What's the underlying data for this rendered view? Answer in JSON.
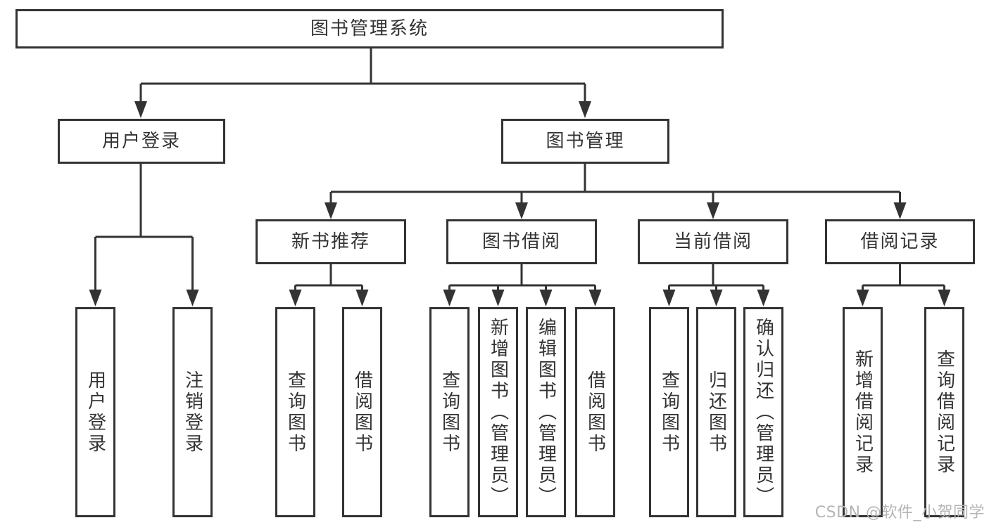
{
  "colors": {
    "line": "#333333",
    "text": "#333333",
    "box_background": "#ffffff",
    "watermark": "#b5b5b5"
  },
  "tree": {
    "label": "图书管理系统",
    "children": [
      {
        "label": "用户登录",
        "children": [
          {
            "label": "用户登录"
          },
          {
            "label": "注销登录"
          }
        ]
      },
      {
        "label": "图书管理",
        "children": [
          {
            "label": "新书推荐",
            "children": [
              {
                "label": "查询图书"
              },
              {
                "label": "借阅图书"
              }
            ]
          },
          {
            "label": "图书借阅",
            "children": [
              {
                "label": "查询图书"
              },
              {
                "label": "新增图书（管理员）"
              },
              {
                "label": "编辑图书（管理员）"
              },
              {
                "label": "借阅图书"
              }
            ]
          },
          {
            "label": "当前借阅",
            "children": [
              {
                "label": "查询图书"
              },
              {
                "label": "归还图书"
              },
              {
                "label": "确认归还（管理员）"
              }
            ]
          },
          {
            "label": "借阅记录",
            "children": [
              {
                "label": "新增借阅记录"
              },
              {
                "label": "查询借阅记录"
              }
            ]
          }
        ]
      }
    ]
  },
  "watermark": {
    "text": "CSDN @软件_小贺同学"
  }
}
